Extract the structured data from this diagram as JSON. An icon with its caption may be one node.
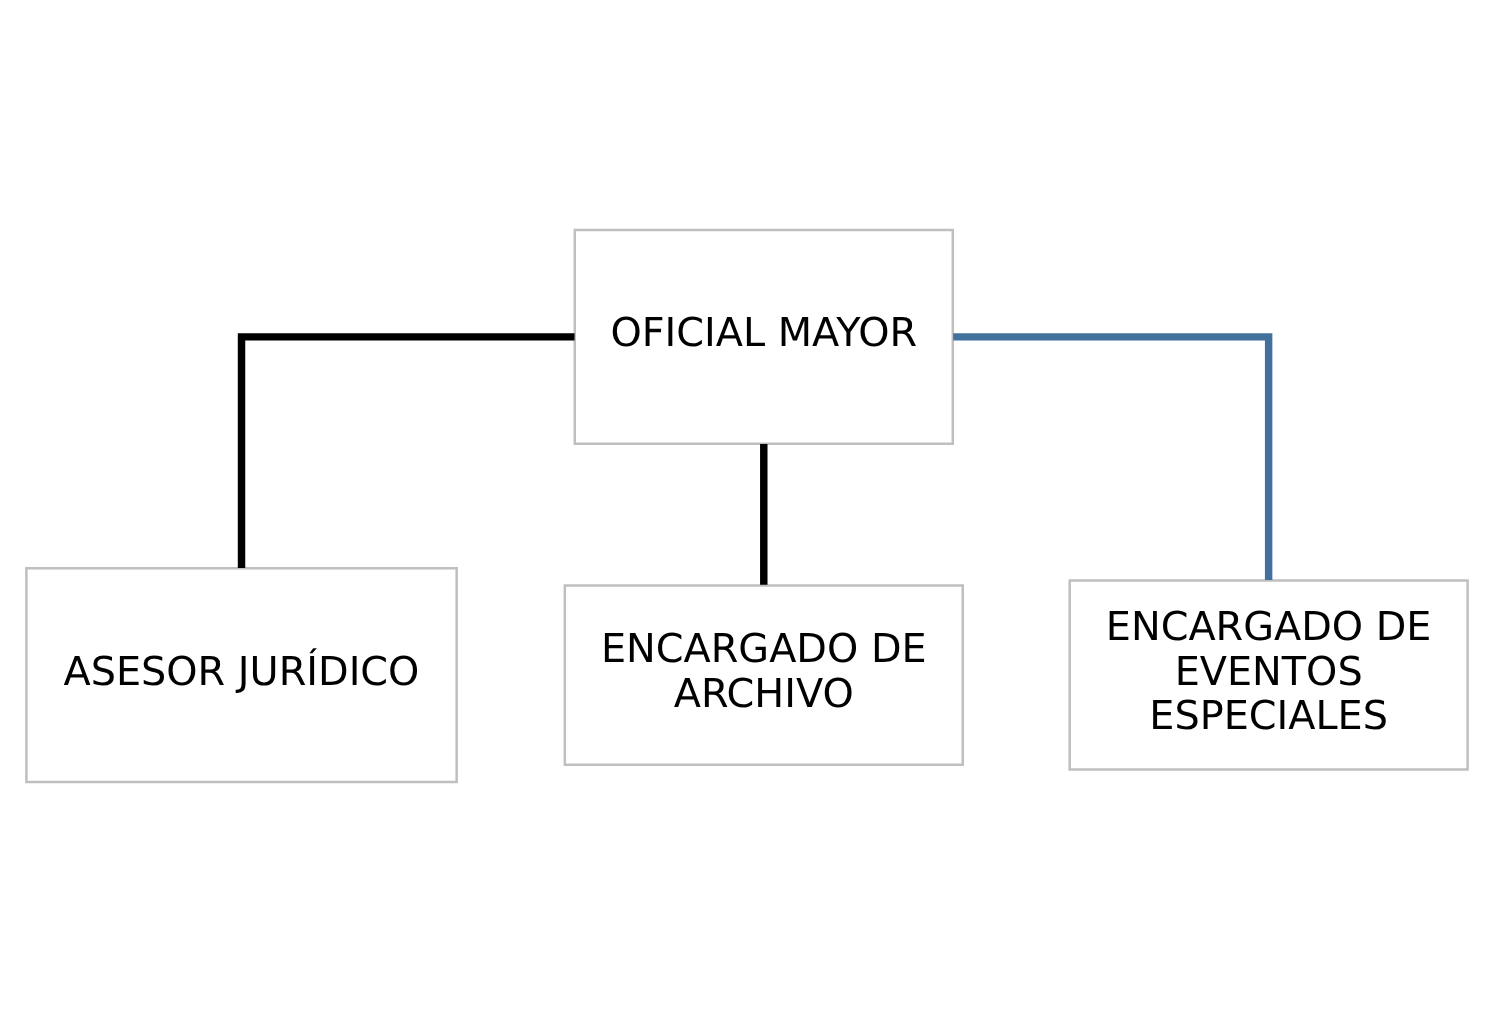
{
  "diagram": {
    "nodes": [
      {
        "text": [
          "OFICIAL MAYOR"
        ]
      },
      {
        "text": [
          "ASESOR JURÍDICO"
        ]
      },
      {
        "text": [
          "ENCARGADO DE ARCHIVO"
        ]
      },
      {
        "text": [
          "ENCARGADO DE EVENTOS ESPECIALES"
        ]
      }
    ],
    "edges": [
      {
        "from": 0,
        "to": 1,
        "arrow": "none"
      },
      {
        "from": 0,
        "to": 2,
        "arrow": "none"
      },
      {
        "from": 0,
        "to": 3,
        "arrow": "none",
        "color": "#41719c"
      }
    ]
  }
}
